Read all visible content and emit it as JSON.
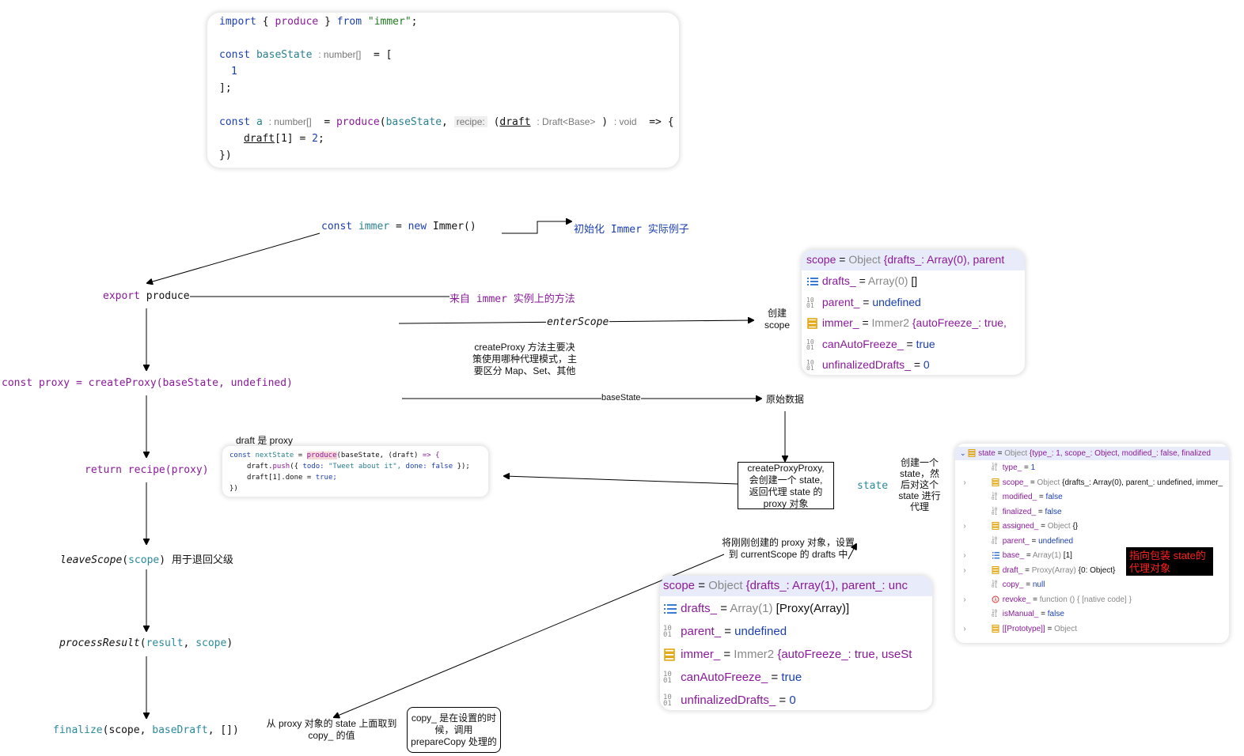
{
  "code_top": {
    "line1": {
      "kw_import": "import",
      "brace_open": "{",
      "fn_produce": "produce",
      "brace_close": "}",
      "kw_from": "from",
      "str_immer": "\"immer\"",
      "semi": ";"
    },
    "line2": {
      "kw_const": "const",
      "var": "baseState",
      "type_hint": ": number[]",
      "eq": "=",
      "bracket": "["
    },
    "line3": {
      "num": "1"
    },
    "line4": {
      "text": "];"
    },
    "line5": {
      "kw_const": "const",
      "var": "a",
      "type_hint": ": number[]",
      "eq": "=",
      "fn": "produce",
      "paren_open": "(",
      "arg": "baseState",
      "comma": ",",
      "recipe_hint": "recipe:",
      "param_open": "(",
      "param": "draft",
      "param_hint": ": Draft<Base>",
      "param_close": ")",
      "void_hint": ": void",
      "arrow": "=> {"
    },
    "line6": {
      "var": "draft",
      "idx": "[1]",
      "eq": "=",
      "num": "2",
      "semi": ";"
    },
    "line7": {
      "text": "})"
    }
  },
  "flow": {
    "immer_init": {
      "kw_const": "const",
      "var": "immer",
      "eq": "=",
      "kw_new": "new",
      "cls": "Immer()"
    },
    "immer_init_note": "初始化 Immer 实际例子",
    "export_produce": {
      "kw": "export",
      "name": "produce"
    },
    "produce_note": "来自 immer 实例上的方法",
    "enter_scope_label": "enterScope",
    "create_scope_label": "创建\nscope",
    "create_proxy_desc": "createProxy 方法主要决\n策使用哪种代理模式，主\n要区分 Map、Set、其他",
    "create_proxy": {
      "kw_const": "const",
      "var": "proxy",
      "eq": "=",
      "fn": "createProxy(baseState, undefined)"
    },
    "base_state_label": "baseState",
    "raw_data_label": "原始数据",
    "create_proxy_proxy_box": "createProxyProxy,\n会创建一个 state,\n返回代理 state 的\nproxy 对象",
    "draft_is_proxy": "draft 是 proxy",
    "return_recipe": {
      "kw": "return",
      "fn": "recipe",
      "arg": "(proxy)"
    },
    "state_label": "state",
    "create_state_note": "创建一个\nstate，然\n后对这个\nstate 进行\n代理",
    "set_drafts_note": "将刚刚创建的 proxy 对象，设置\n到 currentScope 的 drafts 中",
    "leave_scope": {
      "fn": "leaveScope",
      "open": "(",
      "arg": "scope",
      "close": ")",
      "note": "用于退回父级"
    },
    "process_result": {
      "fn": "processResult",
      "open": "(",
      "arg1": "result",
      "comma": ",",
      "arg2": "scope",
      "close": ")"
    },
    "finalize": {
      "fn": "finalize",
      "open": "(",
      "arg1": "scope",
      "comma": ",",
      "arg2": "baseDraft",
      "rest": ", [])"
    },
    "copy_note": "从 proxy 对象的 state 上面取到\ncopy_ 的值",
    "copy_box": "copy_ 是在设置的时\n候，调用\nprepareCopy 处理的"
  },
  "snippet": {
    "l1": {
      "kw": "const",
      "var": "nextState",
      "eq": "=",
      "fn": "produce",
      "args": "(baseState,",
      "param": "(draft)",
      "arrow": "=> {"
    },
    "l2": {
      "obj": "draft.",
      "fn": "push",
      "open": "({",
      "key1": "todo:",
      "val1": "\"Tweet about it\",",
      "key2": "done:",
      "val2": "false",
      "close": "});"
    },
    "l3": {
      "obj": "draft[1].done",
      "eq": "=",
      "val": "true;"
    },
    "l4": {
      "text": "})"
    }
  },
  "scope_card_1": {
    "head": {
      "name": "scope",
      "eq": "=",
      "type": "Object",
      "rest": "{drafts_: Array(0), parent"
    },
    "rows": [
      {
        "icon": "array-icon",
        "name": "drafts_",
        "eq": "=",
        "type": "Array(0)",
        "val": "[]"
      },
      {
        "icon": "primitive-icon",
        "name": "parent_",
        "eq": "=",
        "val": "undefined"
      },
      {
        "icon": "object-icon",
        "name": "immer_",
        "eq": "=",
        "type": "Immer2",
        "val": "{autoFreeze_: true, "
      },
      {
        "icon": "primitive-icon",
        "name": "canAutoFreeze_",
        "eq": "=",
        "val": "true"
      },
      {
        "icon": "primitive-icon",
        "name": "unfinalizedDrafts_",
        "eq": "=",
        "val": "0"
      }
    ]
  },
  "scope_card_2": {
    "head": {
      "name": "scope",
      "eq": "=",
      "type": "Object",
      "rest": "{drafts_: Array(1), parent_: unc"
    },
    "rows": [
      {
        "icon": "array-icon",
        "name": "drafts_",
        "eq": "=",
        "type": "Array(1)",
        "val": "[Proxy(Array)]"
      },
      {
        "icon": "primitive-icon",
        "name": "parent_",
        "eq": "=",
        "val": "undefined"
      },
      {
        "icon": "object-icon",
        "name": "immer_",
        "eq": "=",
        "type": "Immer2",
        "val": "{autoFreeze_: true, useSt"
      },
      {
        "icon": "primitive-icon",
        "name": "canAutoFreeze_",
        "eq": "=",
        "val": "true"
      },
      {
        "icon": "primitive-icon",
        "name": "unfinalizedDrafts_",
        "eq": "=",
        "val": "0"
      }
    ]
  },
  "state_card": {
    "head": {
      "name": "state",
      "eq": "=",
      "type": "Object",
      "rest": "{type_: 1, scope_: Object, modified_: false, finalized"
    },
    "rows": [
      {
        "arrow": "",
        "icon": "primitive-icon",
        "name": "type_",
        "eq": "=",
        "val": "1"
      },
      {
        "arrow": "›",
        "icon": "object-icon",
        "name": "scope_",
        "eq": "=",
        "type": "Object",
        "val": "{drafts_: Array(0), parent_: undefined, immer_"
      },
      {
        "arrow": "",
        "icon": "primitive-icon",
        "name": "modified_",
        "eq": "=",
        "val": "false"
      },
      {
        "arrow": "",
        "icon": "primitive-icon",
        "name": "finalized_",
        "eq": "=",
        "val": "false"
      },
      {
        "arrow": "›",
        "icon": "object-icon",
        "name": "assigned_",
        "eq": "=",
        "type": "Object",
        "val": "{}"
      },
      {
        "arrow": "",
        "icon": "primitive-icon",
        "name": "parent_",
        "eq": "=",
        "val": "undefined"
      },
      {
        "arrow": "›",
        "icon": "array-icon",
        "name": "base_",
        "eq": "=",
        "type": "Array(1)",
        "val": "[1]"
      },
      {
        "arrow": "›",
        "icon": "object-icon",
        "name": "draft_",
        "eq": "=",
        "type": "Proxy(Array)",
        "val": "{0: Object}"
      },
      {
        "arrow": "",
        "icon": "primitive-icon",
        "name": "copy_",
        "eq": "=",
        "val": "null"
      },
      {
        "arrow": "›",
        "icon": "function-icon",
        "name": "revoke_",
        "eq": "=",
        "type": "function () { [native code] }",
        "val": ""
      },
      {
        "arrow": "",
        "icon": "primitive-icon",
        "name": "isManual_",
        "eq": "=",
        "val": "false"
      },
      {
        "arrow": "›",
        "icon": "object-icon",
        "name": "[[Prototype]]",
        "eq": "=",
        "type": "Object",
        "val": ""
      }
    ],
    "callout": "指向包装 state的\n代理对象"
  },
  "colors": {
    "accent_blue": "#1a3fb0",
    "purple": "#8a1a9a",
    "teal": "#2a8090",
    "red_callout": "#e00000"
  }
}
